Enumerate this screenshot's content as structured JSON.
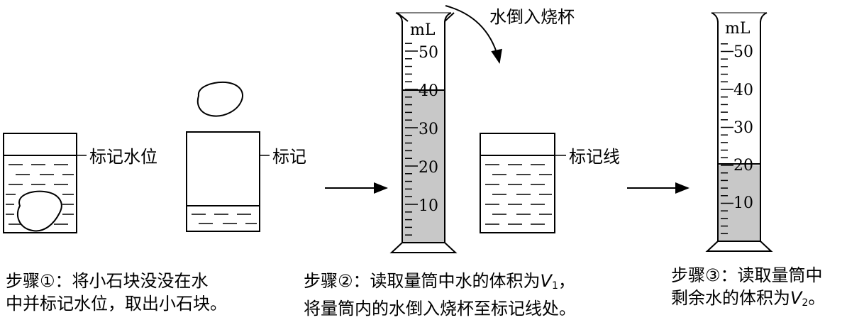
{
  "labels": {
    "mark_water_level": "标记水位",
    "mark": "标记",
    "mark_line": "标记线",
    "pour_into_beaker": "水倒入烧杯",
    "unit": "mL"
  },
  "cylinder1": {
    "ticks": [
      "10",
      "20",
      "30",
      "40",
      "50"
    ],
    "water_ml": 40
  },
  "cylinder2": {
    "ticks": [
      "10",
      "20",
      "30",
      "40",
      "50"
    ],
    "water_ml": 20
  },
  "captions": {
    "step1": {
      "line1": "步骤①：将小石块没没在水",
      "line2": "中并标记水位，取出小石块。"
    },
    "step2": {
      "line1_pre": "步骤②：读取量筒中水的体积为",
      "var": "V",
      "sub": "1",
      "line1_post": "，",
      "line2": "将量筒内的水倒入烧杯至标记线处。"
    },
    "step3": {
      "line1": "步骤③：读取量筒中",
      "line2_pre": "剩余水的体积为",
      "var": "V",
      "sub": "2",
      "line2_post": "。"
    }
  }
}
